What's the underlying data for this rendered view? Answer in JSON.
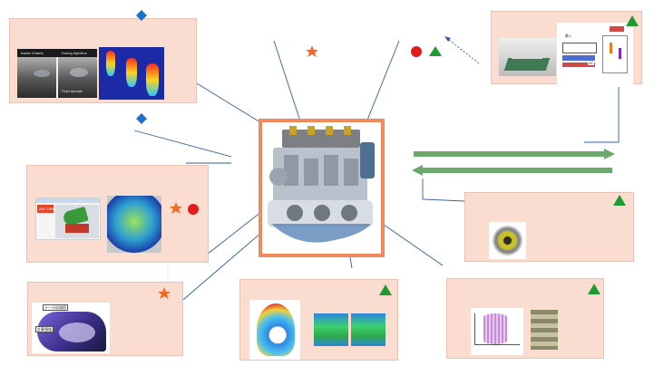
{
  "colors": {
    "panel_fill": "#fbdcd0",
    "panel_border": "#e9c2b3",
    "connector": "#2e5fa8",
    "arrow_green": "#6aa86c",
    "frame_orange": "#f08a5d",
    "star": "#f06a26",
    "circle": "#e31b1b",
    "triangle": "#1e9a33",
    "diamond": "#1f6fc9"
  },
  "markers": {
    "diamond": "diamond-marker",
    "star": "star-marker",
    "circle": "circle-marker",
    "triangle": "triangle-marker"
  },
  "labels": {
    "flow_left": "Inside Chamb",
    "flow_right": "During Injection",
    "flow_detail": "Fluid domain",
    "cfd_title": "AVL FIRE",
    "mesh_note": "テール処理前",
    "mesh_label": "計算領域",
    "thermo_a": "熱 L",
    "thermo_b": "ΔT"
  }
}
